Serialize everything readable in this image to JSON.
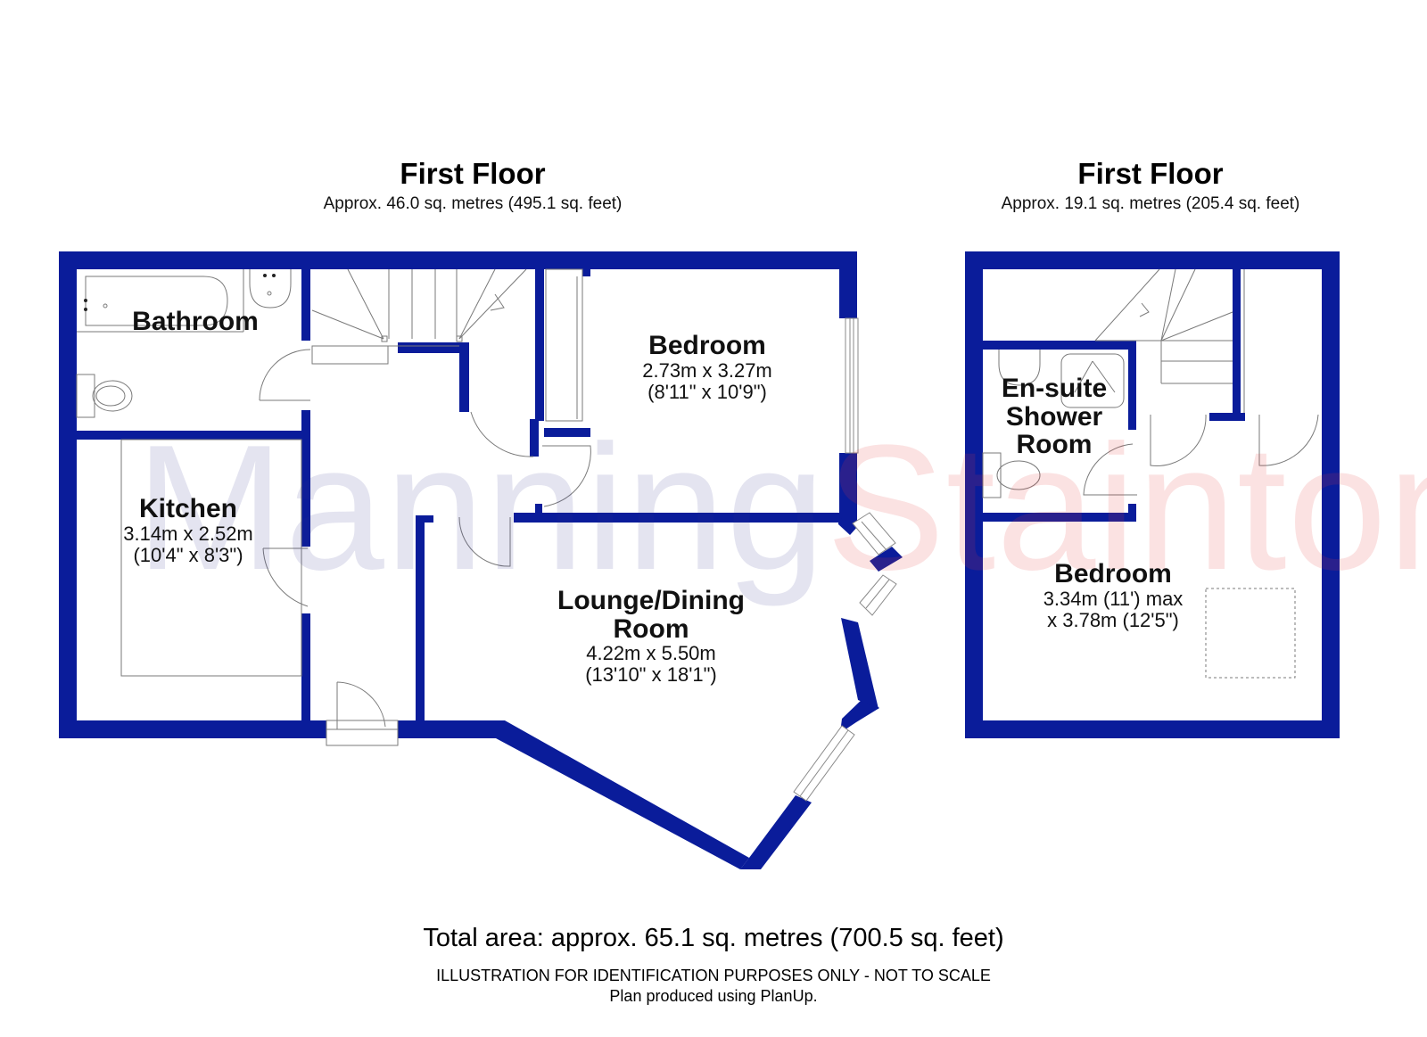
{
  "colors": {
    "wall": "#0a1c9a",
    "fixture_line": "#7a7a7a",
    "watermark_blue": "#30308c",
    "watermark_red": "#e63c3c"
  },
  "floors": [
    {
      "title": "First Floor",
      "area": "Approx. 46.0 sq. metres (495.1 sq. feet)",
      "rooms": [
        {
          "name": "Bathroom",
          "dims": []
        },
        {
          "name": "Bedroom",
          "dims": [
            "2.73m x 3.27m",
            "(8'11\" x 10'9\")"
          ]
        },
        {
          "name": "Kitchen",
          "dims": [
            "3.14m x 2.52m",
            "(10'4\" x 8'3\")"
          ]
        },
        {
          "name": "Lounge/Dining Room",
          "name_lines": [
            "Lounge/Dining",
            "Room"
          ],
          "dims": [
            "4.22m x 5.50m",
            "(13'10\" x 18'1\")"
          ]
        }
      ]
    },
    {
      "title": "First Floor",
      "area": "Approx. 19.1 sq. metres (205.4 sq. feet)",
      "rooms": [
        {
          "name": "En-suite Shower Room",
          "name_lines": [
            "En-suite",
            "Shower",
            "Room"
          ],
          "dims": []
        },
        {
          "name": "Bedroom",
          "dims": [
            "3.34m (11') max",
            "x 3.78m (12'5\")"
          ]
        }
      ]
    }
  ],
  "watermark": {
    "part1": "Manning",
    "part2": "Stainton"
  },
  "footer": {
    "total_area": "Total area: approx. 65.1 sq. metres (700.5 sq. feet)",
    "disclaimer": "ILLUSTRATION FOR IDENTIFICATION PURPOSES ONLY - NOT TO SCALE",
    "credit": "Plan produced using PlanUp."
  }
}
